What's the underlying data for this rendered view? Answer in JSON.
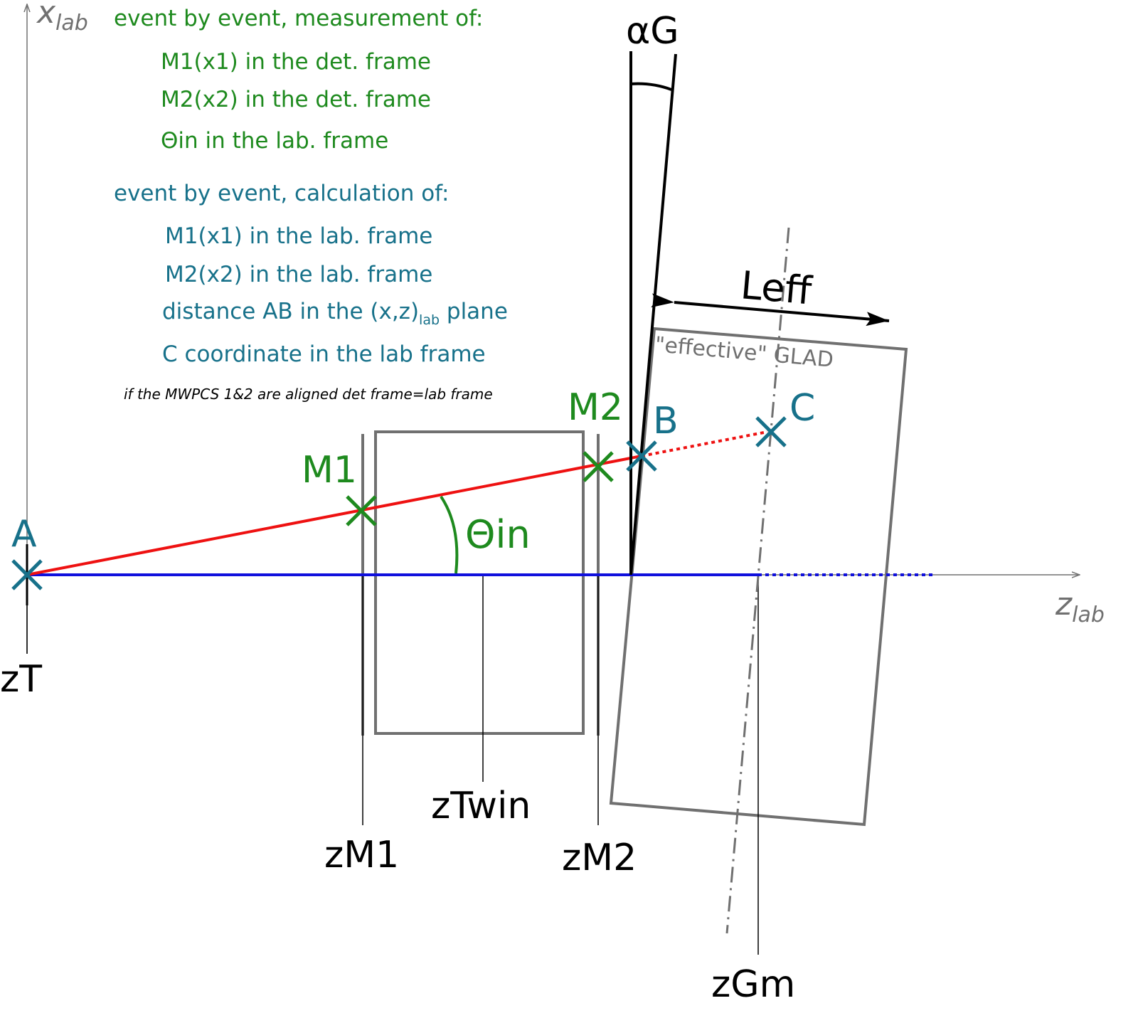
{
  "axes": {
    "x_label": "x",
    "x_sub": "lab",
    "z_label": "z",
    "z_sub": "lab"
  },
  "measurement": {
    "heading": "event by event, measurement of:",
    "items": [
      "M1(x1) in the det. frame",
      "M2(x2) in the det. frame",
      "Θin in the lab. frame"
    ]
  },
  "calculation": {
    "heading": "event by event, calculation of:",
    "items": [
      "M1(x1) in the lab. frame",
      "M2(x2) in the lab. frame"
    ],
    "distance_pre": "distance AB in the (x,z)",
    "distance_sub": "lab",
    "distance_post": " plane",
    "c_coord": "C coordinate in the lab frame"
  },
  "note": "if the MWPCS 1&2 are aligned det frame=lab frame",
  "points": {
    "A": "A",
    "M1": "M1",
    "M2": "M2",
    "B": "B",
    "C": "C"
  },
  "angles": {
    "theta_in": "Θin",
    "alpha_g": "αG"
  },
  "leff": "Leff",
  "glad_label": "\"effective\" GLAD",
  "z_positions": {
    "zT": "zT",
    "zM1": "zM1",
    "zTwin": "zTwin",
    "zM2": "zM2",
    "zGm": "zGm"
  },
  "colors": {
    "measured": "#1e8a1e",
    "calculated": "#17718a",
    "track": "#ee1111",
    "beam_axis": "#1010dd",
    "frame": "#707070"
  }
}
